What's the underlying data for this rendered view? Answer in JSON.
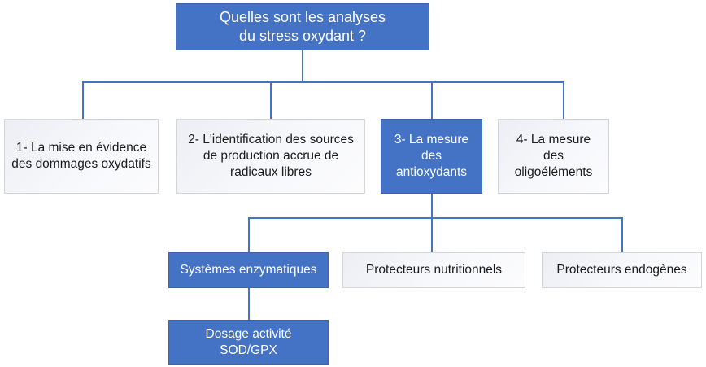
{
  "diagram": {
    "title_text": "Quelles sont les analyses\ndu stress oxydant ?",
    "type": "tree-flowchart",
    "colors": {
      "accent_fill": "#4472C4",
      "accent_border": "#3C63AB",
      "light_fill": "#EEF0F5",
      "light_border": "#D4D6DC",
      "connector": "#4472C4",
      "accent_text": "#FFFFFF",
      "light_text": "#1B1B1B",
      "background": "#FFFFFF"
    },
    "root": {
      "label": "Quelles sont les analyses\ndu stress oxydant ?",
      "style": "filled"
    },
    "level1": [
      {
        "label": "1- La mise en évidence\ndes dommages oxydatifs",
        "style": "light"
      },
      {
        "label": "2- L'identification des sources\nde production accrue de\nradicaux libres",
        "style": "light"
      },
      {
        "label": "3- La mesure des\nantioxydants",
        "style": "filled"
      },
      {
        "label": "4- La mesure des\noligoéléments",
        "style": "light"
      }
    ],
    "level2": [
      {
        "label": "Systèmes enzymatiques",
        "style": "filled"
      },
      {
        "label": "Protecteurs nutritionnels",
        "style": "light"
      },
      {
        "label": "Protecteurs endogènes",
        "style": "light"
      }
    ],
    "level3": [
      {
        "label": "Dosage activité\nSOD/GPX",
        "style": "filled"
      }
    ]
  }
}
